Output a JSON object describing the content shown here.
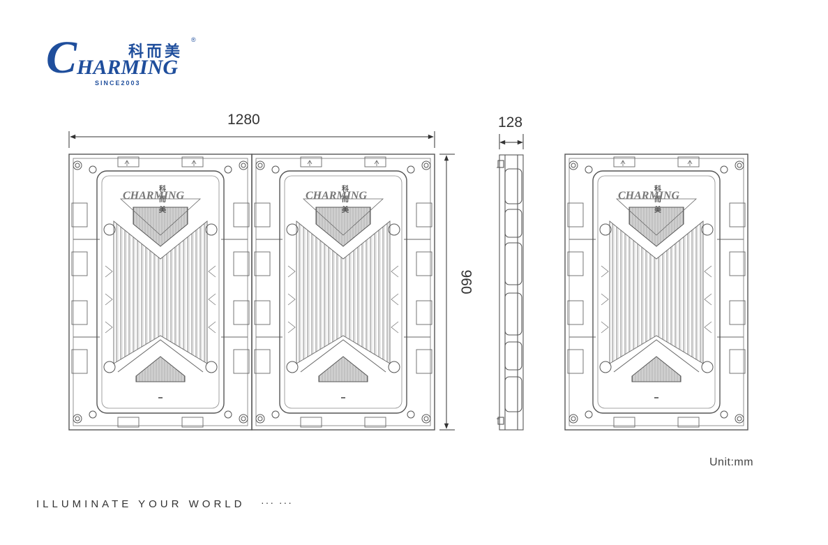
{
  "brand": {
    "logo_letter": "C",
    "logo_word": "HARMING",
    "logo_cn": "科而美",
    "registered": "®",
    "since": "SINCE2003",
    "panel_logo_cn": "科而美",
    "panel_logo_word": "CHARMING"
  },
  "dimensions": {
    "width": "1280",
    "depth": "128",
    "height": "960"
  },
  "unit_label": "Unit:mm",
  "slogan": "ILLUMINATE YOUR WORLD",
  "slogan_dots": "··· ···",
  "colors": {
    "brand_blue": "#1f4e9c",
    "line": "#555555"
  }
}
